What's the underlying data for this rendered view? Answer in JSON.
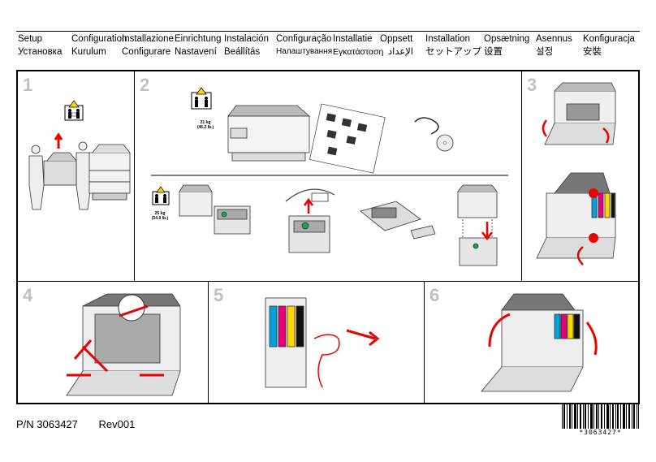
{
  "languages": {
    "row1": [
      "Setup",
      "Configuration",
      "Installazione",
      "Einrichtung",
      "Instalación",
      "Configuração",
      "Installatie",
      "Oppsett",
      "Installation",
      "Opsætning",
      "Asennus",
      "Konfiguracja"
    ],
    "row2": [
      "Установка",
      "Kurulum",
      "Configurare",
      "Nastavení",
      "Beállítás",
      "Налаштування",
      "Εγκατάσταση",
      "الإعداد",
      "セットアップ",
      "设置",
      "설정",
      "安裝"
    ]
  },
  "steps": {
    "s1": "1",
    "s2": "2",
    "s3": "3",
    "s4": "4",
    "s5": "5",
    "s6": "6"
  },
  "weights": {
    "w1_kg": "21 kg",
    "w1_lb": "(46.2 lb.)",
    "w2_kg": "25 kg",
    "w2_lb": "(54.9 lb.)"
  },
  "footer": {
    "part_number": "P/N 3063427",
    "revision": "Rev001",
    "barcode_text": "*3063427*"
  }
}
